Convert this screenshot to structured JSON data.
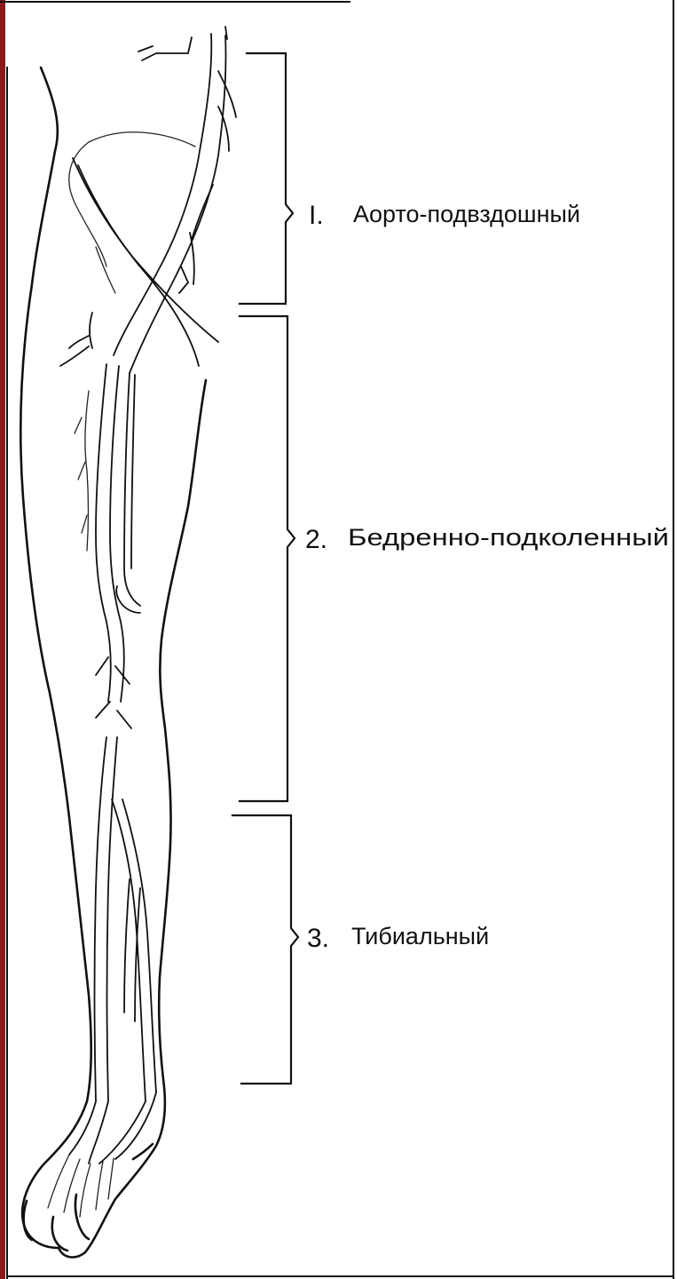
{
  "colors": {
    "frame_left": "#8b1a1a",
    "ink": "#111111",
    "background": "#ffffff"
  },
  "segments": [
    {
      "number": "I.",
      "label": "Аорто-подвздошный"
    },
    {
      "number": "2.",
      "label": "Бедренно-подколенный"
    },
    {
      "number": "3.",
      "label": "Тибиальный"
    }
  ]
}
